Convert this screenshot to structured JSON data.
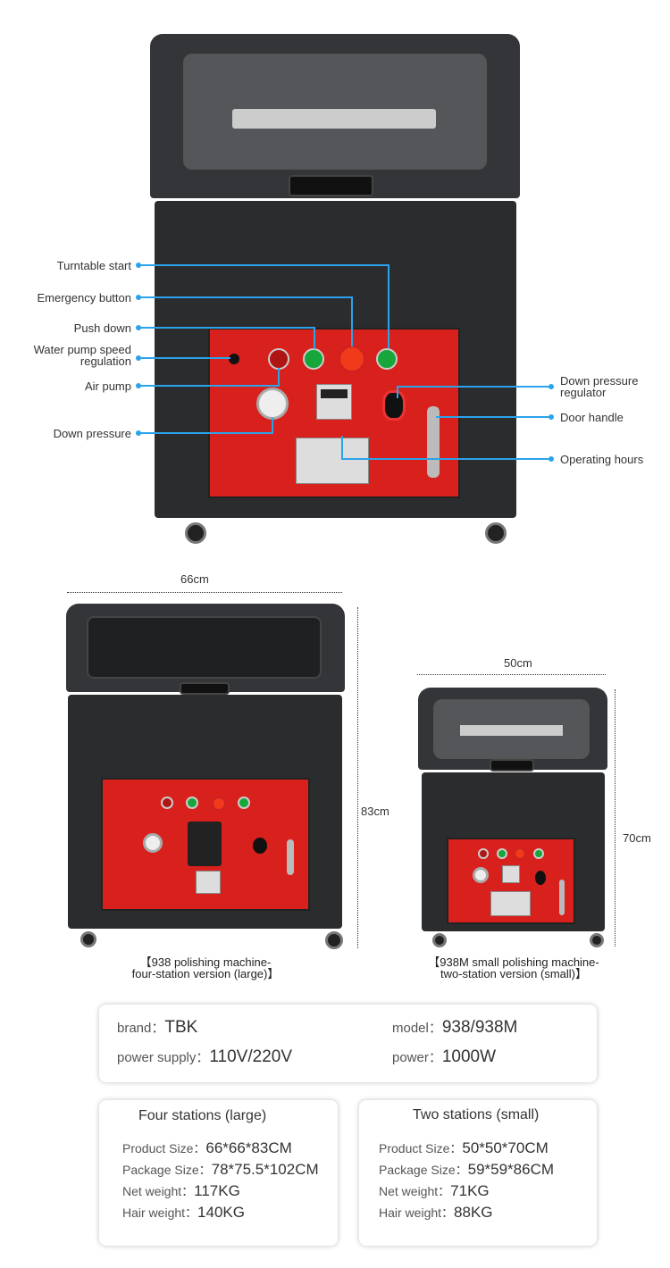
{
  "callouts": {
    "turntable_start": "Turntable start",
    "emergency_button": "Emergency button",
    "push_down": "Push down",
    "water_pump_line1": "Water pump speed",
    "water_pump_line2": "regulation",
    "air_pump": "Air pump",
    "down_pressure": "Down pressure",
    "down_pressure_regulator_line1": "Down pressure",
    "down_pressure_regulator_line2": "regulator",
    "door_handle": "Door handle",
    "operating_hours": "Operating hours"
  },
  "dimensions": {
    "large_width": "66cm",
    "large_height": "83cm",
    "small_width": "50cm",
    "small_height": "70cm"
  },
  "captions": {
    "large_line1": "【938 polishing machine-",
    "large_line2": "four-station version (large)】",
    "small_line1": "【938M small polishing machine-",
    "small_line2": "two-station version (small)】"
  },
  "specs": {
    "brand_label": "brand：",
    "brand": "TBK",
    "model_label": "model：",
    "model": "938/938M",
    "supply_label": "power supply：",
    "supply": "110V/220V",
    "power_label": "power：",
    "power": "1000W"
  },
  "variants": [
    {
      "title": "Four stations (large)",
      "rows": [
        {
          "label": "Product Size：",
          "value": "66*66*83CM"
        },
        {
          "label": "Package Size：",
          "value": "78*75.5*102CM"
        },
        {
          "label": "Net weight：",
          "value": "117KG"
        },
        {
          "label": "Hair weight：",
          "value": "140KG"
        }
      ]
    },
    {
      "title": "Two stations (small)",
      "rows": [
        {
          "label": "Product Size：",
          "value": "50*50*70CM"
        },
        {
          "label": "Package Size：",
          "value": "59*59*86CM"
        },
        {
          "label": "Net weight：",
          "value": "71KG"
        },
        {
          "label": "Hair weight：",
          "value": "88KG"
        }
      ]
    }
  ],
  "colors": {
    "accent": "#2ba3ea",
    "panel": "#d8201c"
  }
}
